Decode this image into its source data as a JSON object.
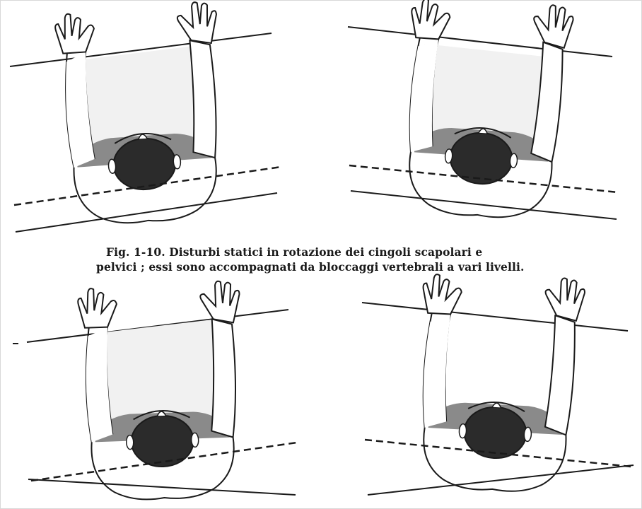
{
  "caption": {
    "line1": "Fig. 1-10. Disturbi statici in rotazione dei cingoli scapolari e",
    "line2": "pelvici ; essi sono accompagnati da bloccaggi vertebrali a vari livelli."
  },
  "panels": [
    {
      "position": "top-left",
      "lines": [
        "table-edge",
        "shoulder-girdle-dashed",
        "pelvic-girdle"
      ]
    },
    {
      "position": "top-right",
      "lines": [
        "table-edge",
        "shoulder-girdle-dashed",
        "pelvic-girdle"
      ]
    },
    {
      "position": "bottom-left",
      "lines": [
        "table-edge",
        "shoulder-girdle-dashed",
        "pelvic-girdle"
      ]
    },
    {
      "position": "bottom-right",
      "lines": [
        "table-edge",
        "shoulder-girdle-dashed",
        "pelvic-girdle"
      ]
    }
  ],
  "colors": {
    "ink": "#1a1a1a",
    "skin": "#ffffff",
    "hair": "#2b2b2b",
    "shade": "#7a7a7a",
    "page": "#ffffff"
  }
}
